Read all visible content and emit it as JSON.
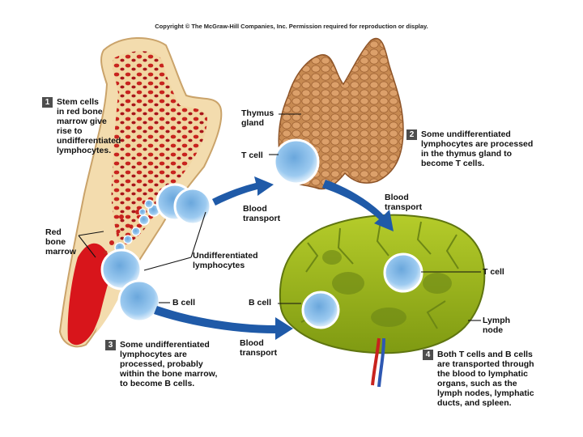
{
  "copyright": "Copyright © The McGraw-Hill Companies, Inc. Permission required for reproduction or display.",
  "steps": [
    {
      "number": "1",
      "text": "Stem cells\nin red bone\nmarrow give\nrise to\nundifferentiated\nlymphocytes."
    },
    {
      "number": "2",
      "text": "Some undifferentiated\nlymphocytes are processed\nin the thymus gland to\nbecome T cells."
    },
    {
      "number": "3",
      "text": "Some undifferentiated\nlymphocytes are\nprocessed, probably\nwithin the bone marrow,\nto become B cells."
    },
    {
      "number": "4",
      "text": "Both T cells and B cells\nare transported through\nthe blood to lymphatic\norgans, such as the\nlymph nodes, lymphatic\nducts, and spleen."
    }
  ],
  "labels": {
    "thymus_gland": "Thymus\ngland",
    "t_cell_thymus": "T cell",
    "blood_transport_top": "Blood\ntransport",
    "blood_transport_right": "Blood\ntransport",
    "red_bone_marrow": "Red\nbone\nmarrow",
    "undifferentiated_lymphocytes": "Undifferentiated\nlymphocytes",
    "b_cell_bone": "B cell",
    "b_cell_node": "B cell",
    "t_cell_node": "T cell",
    "lymph_node": "Lymph\nnode",
    "blood_transport_bottom": "Blood\ntransport"
  },
  "colors": {
    "bone": "#f3dcae",
    "marrow": "#d8151b",
    "thymus": "#c98c55",
    "lymph_node": "#9bb41e",
    "cell": "#8fc4ea",
    "arrow": "#1f5aa8"
  }
}
